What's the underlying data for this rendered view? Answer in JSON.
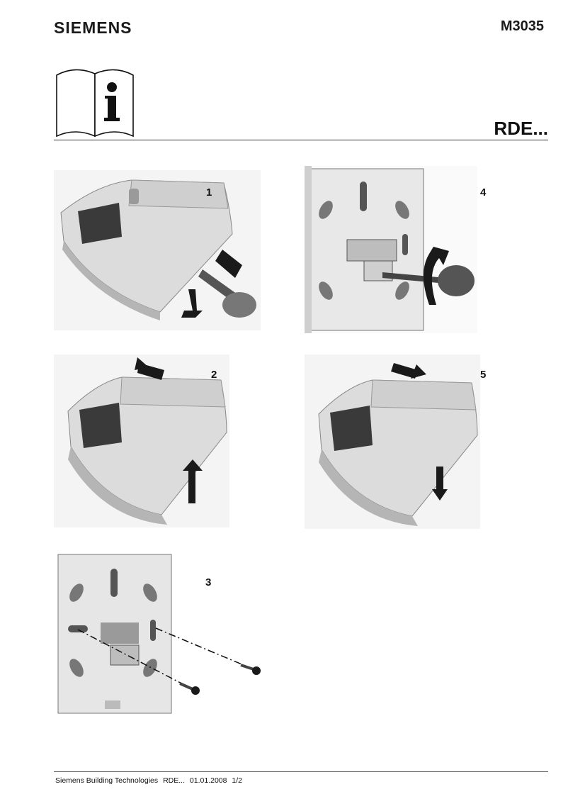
{
  "header": {
    "brand": "SIEMENS",
    "doc_code": "M3035",
    "product": "RDE...",
    "info_icon": "info-book-icon"
  },
  "steps": [
    {
      "number": "1"
    },
    {
      "number": "2"
    },
    {
      "number": "3"
    },
    {
      "number": "4"
    },
    {
      "number": "5"
    }
  ],
  "footer": {
    "company": "Siemens Building Technologies",
    "product": "RDE...",
    "date": "01.01.2008",
    "page": "1/2"
  },
  "colors": {
    "text": "#111111",
    "device_body": "#dcdcdc",
    "device_shade": "#b5b5b5",
    "display": "#3a3a3a",
    "arrow": "#1a1a1a"
  }
}
